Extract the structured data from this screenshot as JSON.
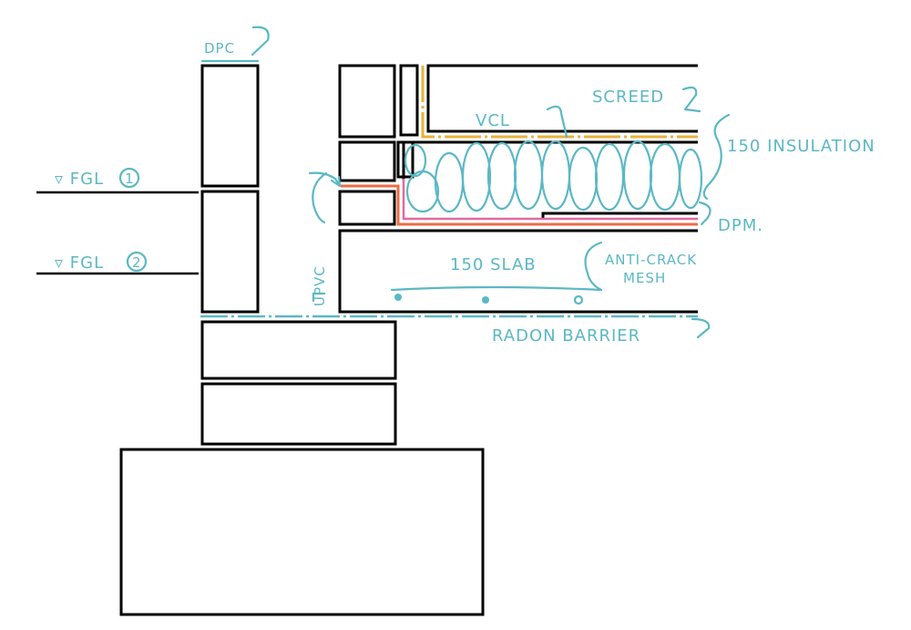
{
  "colors": {
    "annotation": "#5bb8c4",
    "outline": "#000000",
    "vcl": "#e8b23a",
    "dpm_orange": "#ee6c45",
    "dpm_pink": "#e06aa0",
    "insulation": "#5bb8c4"
  },
  "labels": {
    "dpc": "DPC",
    "fgl1": "FGL",
    "fgl1_num": "1",
    "fgl2": "FGL",
    "fgl2_num": "2",
    "screed": "SCREED",
    "vcl": "VCL",
    "insulation": "150 INSULATION",
    "dpm": "DPM.",
    "slab": "150 SLAB",
    "mesh_line1": "ANTI-CRACK",
    "mesh_line2": "MESH",
    "radon": "RADON BARRIER",
    "cavity": "UPVC"
  }
}
